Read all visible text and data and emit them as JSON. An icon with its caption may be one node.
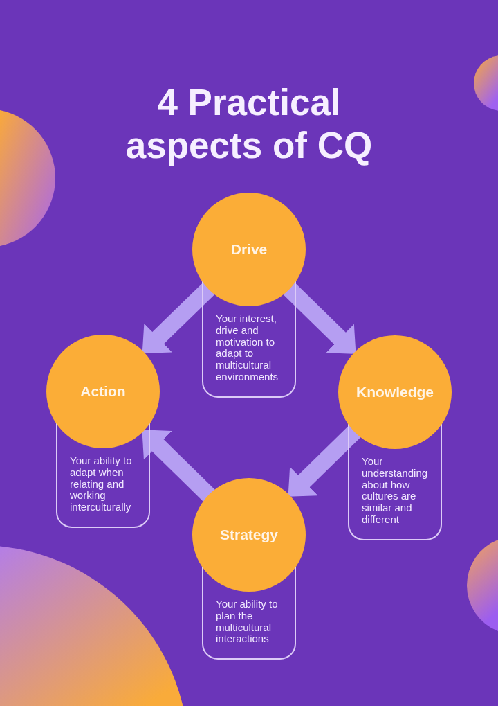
{
  "diagram": {
    "title": "4 Practical aspects of CQ",
    "nodes": [
      {
        "text": [
          "Drive",
          "Your interest, drive and motivation to adapt to multicultural environments"
        ]
      },
      {
        "text": [
          "Action",
          "Your ability to adapt when relating and working interculturally"
        ]
      },
      {
        "text": [
          "Knowledge",
          "Your understanding about how cultures are similar and different"
        ]
      },
      {
        "text": [
          "Strategy",
          "Your ability to plan the multicultural interactions"
        ]
      }
    ],
    "edges": [
      {
        "from": 0,
        "to": 2,
        "arrow": "to"
      },
      {
        "from": 2,
        "to": 3,
        "arrow": "to"
      },
      {
        "from": 3,
        "to": 1,
        "arrow": "to"
      },
      {
        "from": 0,
        "to": 1,
        "arrow": "to"
      }
    ]
  }
}
